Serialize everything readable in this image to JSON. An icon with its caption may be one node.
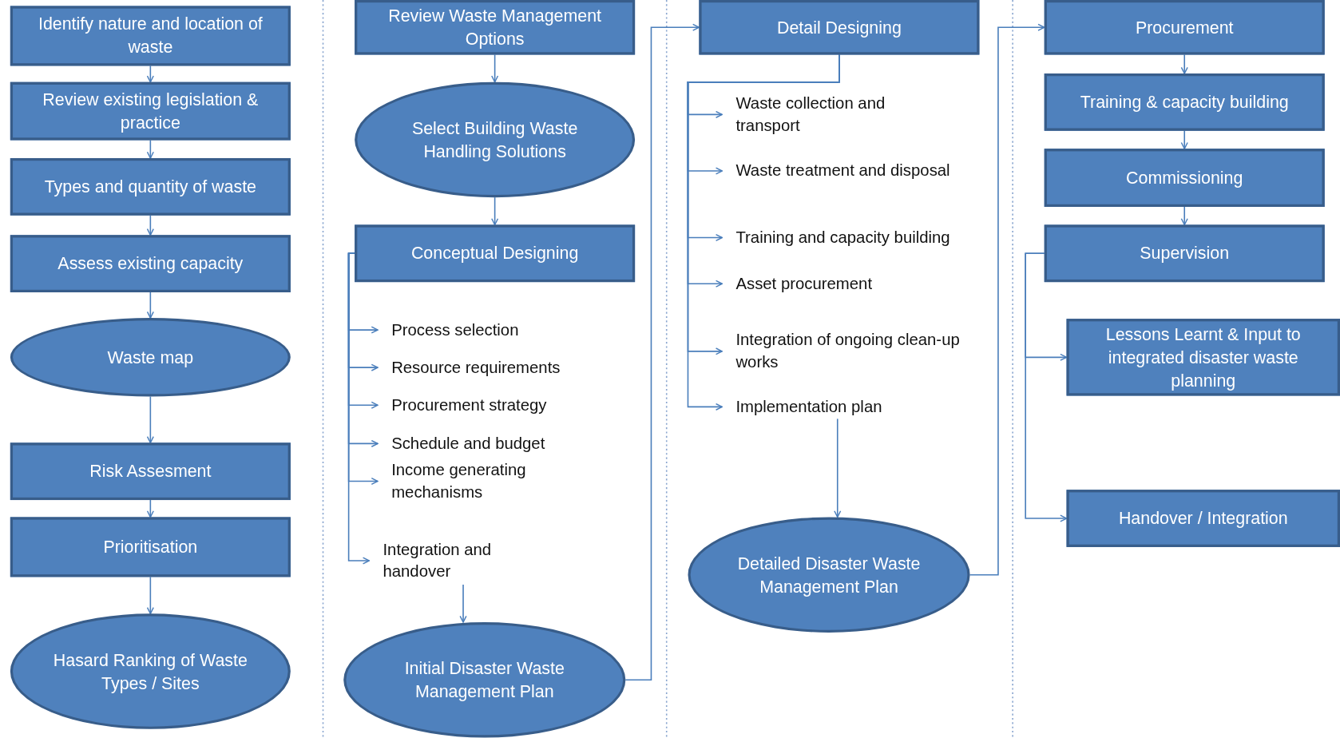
{
  "diagram": {
    "nodes": [
      {
        "text": [
          "Identify nature and location of waste"
        ]
      },
      {
        "text": [
          "Review existing legislation & practice"
        ]
      },
      {
        "text": [
          "Types and quantity of waste"
        ]
      },
      {
        "text": [
          "Assess existing capacity"
        ]
      },
      {
        "text": [
          "Waste map"
        ]
      },
      {
        "text": [
          "Risk Assesment"
        ]
      },
      {
        "text": [
          "Prioritisation"
        ]
      },
      {
        "text": [
          "Hasard Ranking of Waste Types / Sites"
        ]
      },
      {
        "text": [
          "Review Waste Management Options"
        ]
      },
      {
        "text": [
          "Select Building Waste Handling Solutions"
        ]
      },
      {
        "text": [
          "Conceptual Designing"
        ]
      },
      {
        "text": [
          "Process selection"
        ]
      },
      {
        "text": [
          "Resource requirements"
        ]
      },
      {
        "text": [
          "Procurement strategy"
        ]
      },
      {
        "text": [
          "Schedule and budget"
        ]
      },
      {
        "text": [
          "Income generating mechanisms"
        ]
      },
      {
        "text": [
          "Integration and handover"
        ]
      },
      {
        "text": [
          "Initial Disaster Waste Management Plan"
        ]
      },
      {
        "text": [
          "Detail Designing"
        ]
      },
      {
        "text": [
          "Waste collection and transport"
        ]
      },
      {
        "text": [
          "Waste treatment and disposal"
        ]
      },
      {
        "text": [
          "Training and capacity building"
        ]
      },
      {
        "text": [
          "Asset procurement"
        ]
      },
      {
        "text": [
          "Integration of ongoing clean-up works"
        ]
      },
      {
        "text": [
          "Implementation plan"
        ]
      },
      {
        "text": [
          "Detailed Disaster Waste Management Plan"
        ]
      },
      {
        "text": [
          "Procurement"
        ]
      },
      {
        "text": [
          "Training & capacity building"
        ]
      },
      {
        "text": [
          "Commissioning"
        ]
      },
      {
        "text": [
          "Supervision"
        ]
      },
      {
        "text": [
          "Lessons Learnt & Input to integrated disaster waste planning"
        ]
      },
      {
        "text": [
          "Handover / Integration"
        ]
      }
    ],
    "edges": [
      {
        "from": 0,
        "to": 1,
        "arrow": "to"
      },
      {
        "from": 1,
        "to": 2,
        "arrow": "to"
      },
      {
        "from": 2,
        "to": 3,
        "arrow": "to"
      },
      {
        "from": 3,
        "to": 4,
        "arrow": "to"
      },
      {
        "from": 4,
        "to": 5,
        "arrow": "to"
      },
      {
        "from": 5,
        "to": 6,
        "arrow": "to"
      },
      {
        "from": 6,
        "to": 7,
        "arrow": "to"
      },
      {
        "from": 8,
        "to": 9,
        "arrow": "to"
      },
      {
        "from": 9,
        "to": 10,
        "arrow": "to"
      },
      {
        "from": 10,
        "to": 11,
        "arrow": "to"
      },
      {
        "from": 10,
        "to": 12,
        "arrow": "to"
      },
      {
        "from": 10,
        "to": 13,
        "arrow": "to"
      },
      {
        "from": 10,
        "to": 14,
        "arrow": "to"
      },
      {
        "from": 10,
        "to": 15,
        "arrow": "to"
      },
      {
        "from": 10,
        "to": 16,
        "arrow": "to"
      },
      {
        "from": 16,
        "to": 17,
        "arrow": "to"
      },
      {
        "from": 17,
        "to": 18,
        "arrow": "to"
      },
      {
        "from": 18,
        "to": 19,
        "arrow": "to"
      },
      {
        "from": 18,
        "to": 20,
        "arrow": "to"
      },
      {
        "from": 18,
        "to": 21,
        "arrow": "to"
      },
      {
        "from": 18,
        "to": 22,
        "arrow": "to"
      },
      {
        "from": 18,
        "to": 23,
        "arrow": "to"
      },
      {
        "from": 18,
        "to": 24,
        "arrow": "to"
      },
      {
        "from": 24,
        "to": 25,
        "arrow": "to"
      },
      {
        "from": 25,
        "to": 26,
        "arrow": "to"
      },
      {
        "from": 26,
        "to": 27,
        "arrow": "to"
      },
      {
        "from": 27,
        "to": 28,
        "arrow": "to"
      },
      {
        "from": 28,
        "to": 29,
        "arrow": "to"
      },
      {
        "from": 29,
        "to": 30,
        "arrow": "to"
      },
      {
        "from": 29,
        "to": 31,
        "arrow": "to"
      }
    ]
  }
}
